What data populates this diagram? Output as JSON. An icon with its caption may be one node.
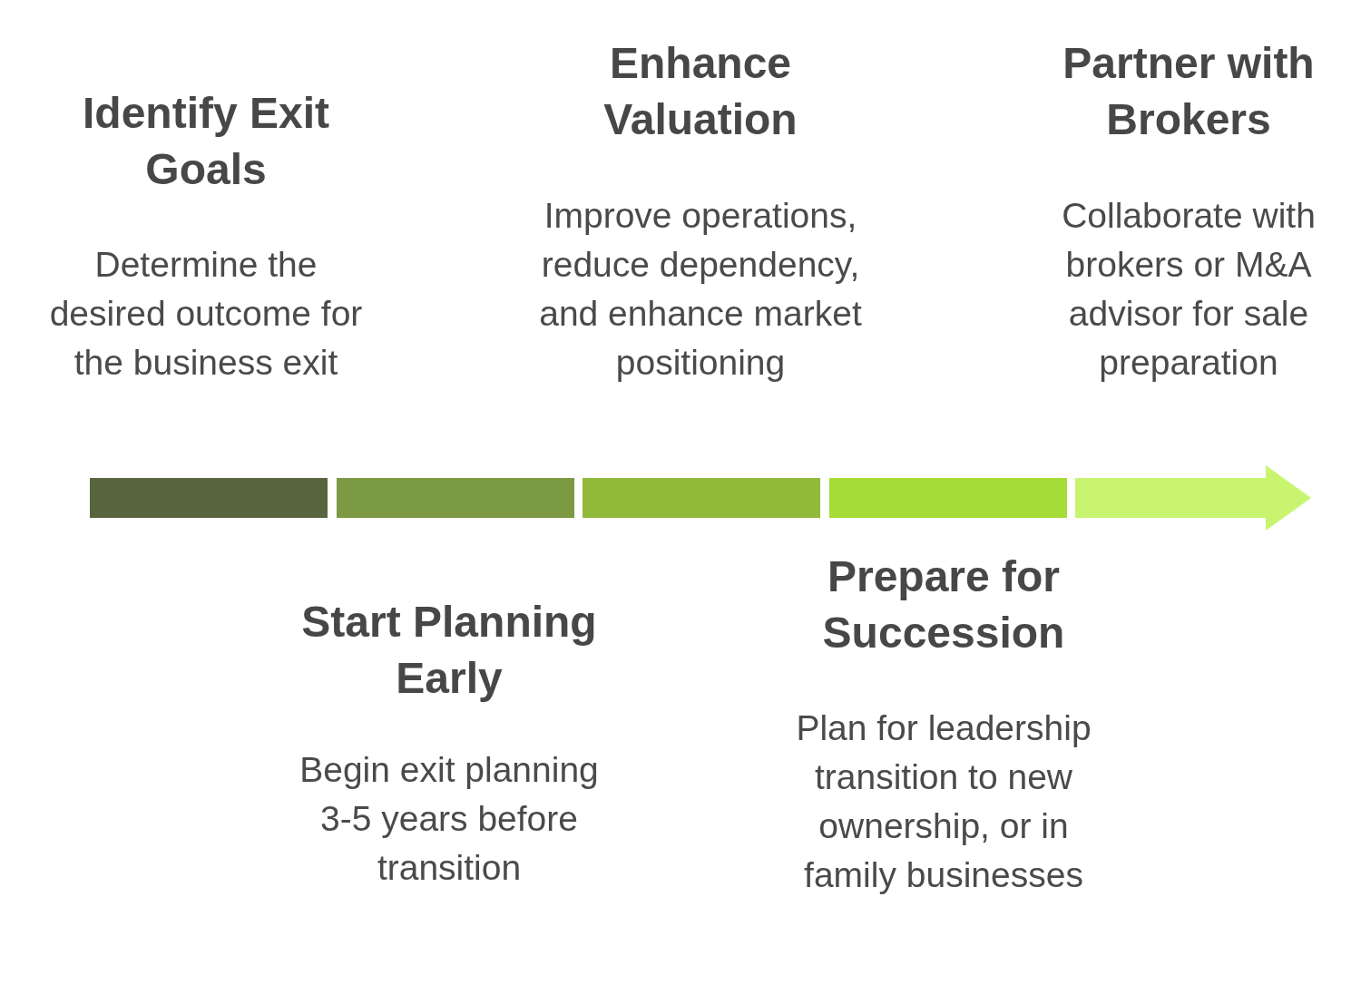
{
  "diagram": {
    "nodes": [
      {
        "text": [
          "Identify Exit Goals",
          "Determine the desired outcome for the business exit"
        ]
      },
      {
        "text": [
          "Start Planning Early",
          "Begin exit planning 3-5 years before transition"
        ]
      },
      {
        "text": [
          "Enhance Valuation",
          "Improve operations, reduce dependency, and enhance market positioning"
        ]
      },
      {
        "text": [
          "Prepare for Succession",
          "Plan for leadership transition to new ownership, or in family businesses"
        ]
      },
      {
        "text": [
          "Partner with Brokers",
          "Collaborate with brokers or M&A advisor for sale preparation"
        ]
      }
    ]
  }
}
